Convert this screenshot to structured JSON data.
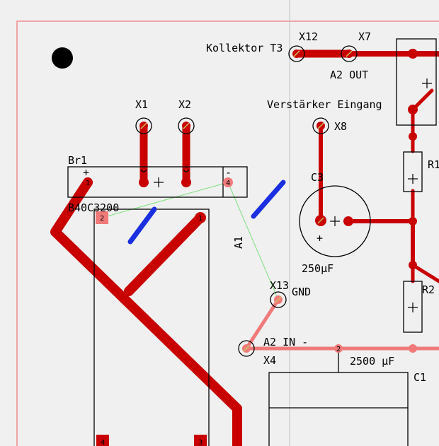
{
  "colors": {
    "background": "#f0f0f0",
    "board_outline": "#f08a8a",
    "trace_top": "#c80000",
    "trace_bottom": "#f07a7a",
    "airwire": "#7ce07c",
    "silkscreen": "#000000",
    "highlight": "#1a2fe0",
    "cursor_line": "#c0c0c0"
  },
  "labels": {
    "kollektor": "Kollektor T3",
    "x12": "X12",
    "x7": "X7",
    "a2_out": "A2 OUT",
    "verstaerker": "Verstärker Eingang",
    "x8": "X8",
    "x1": "X1",
    "x2": "X2",
    "br1": "Br1",
    "b40": "B40C3200",
    "c3": "C3",
    "c3_value": "250µF",
    "a1": "A1",
    "x13": "X13",
    "gnd": "GND",
    "a2_in": "A2 IN -",
    "x4": "X4",
    "c1_value": "2500 µF",
    "c1": "C1",
    "r1": "R1",
    "r2": "R2",
    "plus": "+",
    "minus": "-"
  },
  "pins": {
    "br1_1": "1",
    "br1_2": "2",
    "br1_3": "3",
    "br1_4": "4",
    "a1_1": "1",
    "a1_3": "3",
    "a1_4": "4",
    "c1_2": "2"
  },
  "icons": [
    "drill-hole-icon",
    "pad-icon",
    "via-icon",
    "origin-cross-icon"
  ]
}
